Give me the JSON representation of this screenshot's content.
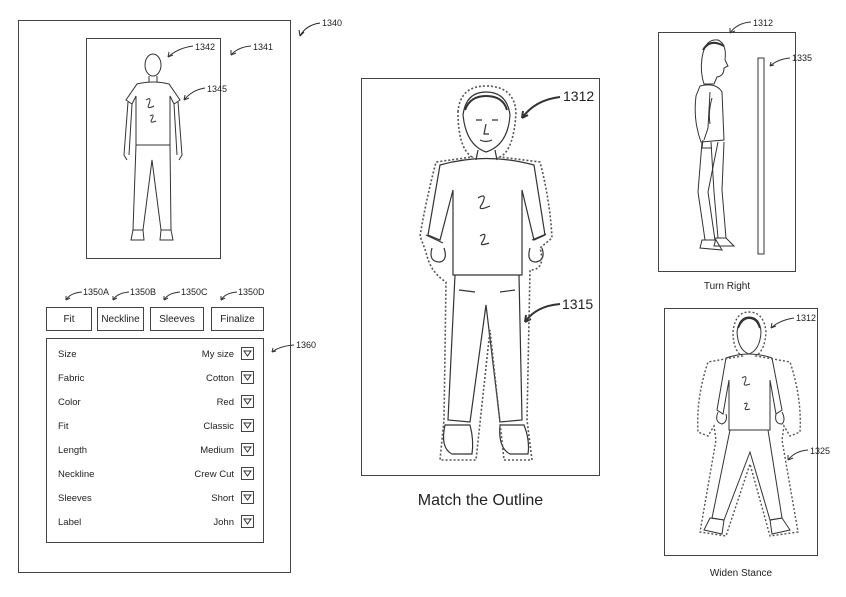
{
  "refs": {
    "app_frame": "1340",
    "preview_frame": "1341",
    "mannequin_head": "1342",
    "mannequin_shirt": "1345",
    "btn_fit": "1350A",
    "btn_neckline": "1350B",
    "btn_sleeves": "1350C",
    "btn_finalize": "1350D",
    "options_panel": "1360",
    "user_center": "1312",
    "outline_center": "1315",
    "user_right": "1312",
    "wall_bar": "1335",
    "user_stance": "1312",
    "stance_outline": "1325"
  },
  "buttons": {
    "fit": "Fit",
    "neckline": "Neckline",
    "sleeves": "Sleeves",
    "finalize": "Finalize"
  },
  "options": [
    {
      "label": "Size",
      "value": "My size"
    },
    {
      "label": "Fabric",
      "value": "Cotton"
    },
    {
      "label": "Color",
      "value": "Red"
    },
    {
      "label": "Fit",
      "value": "Classic"
    },
    {
      "label": "Length",
      "value": "Medium"
    },
    {
      "label": "Neckline",
      "value": "Crew Cut"
    },
    {
      "label": "Sleeves",
      "value": "Short"
    },
    {
      "label": "Label",
      "value": "John"
    }
  ],
  "captions": {
    "center": "Match the Outline",
    "turn_right": "Turn Right",
    "widen_stance": "Widen Stance"
  },
  "icons": {
    "dropdown": "triangle-down-icon"
  }
}
